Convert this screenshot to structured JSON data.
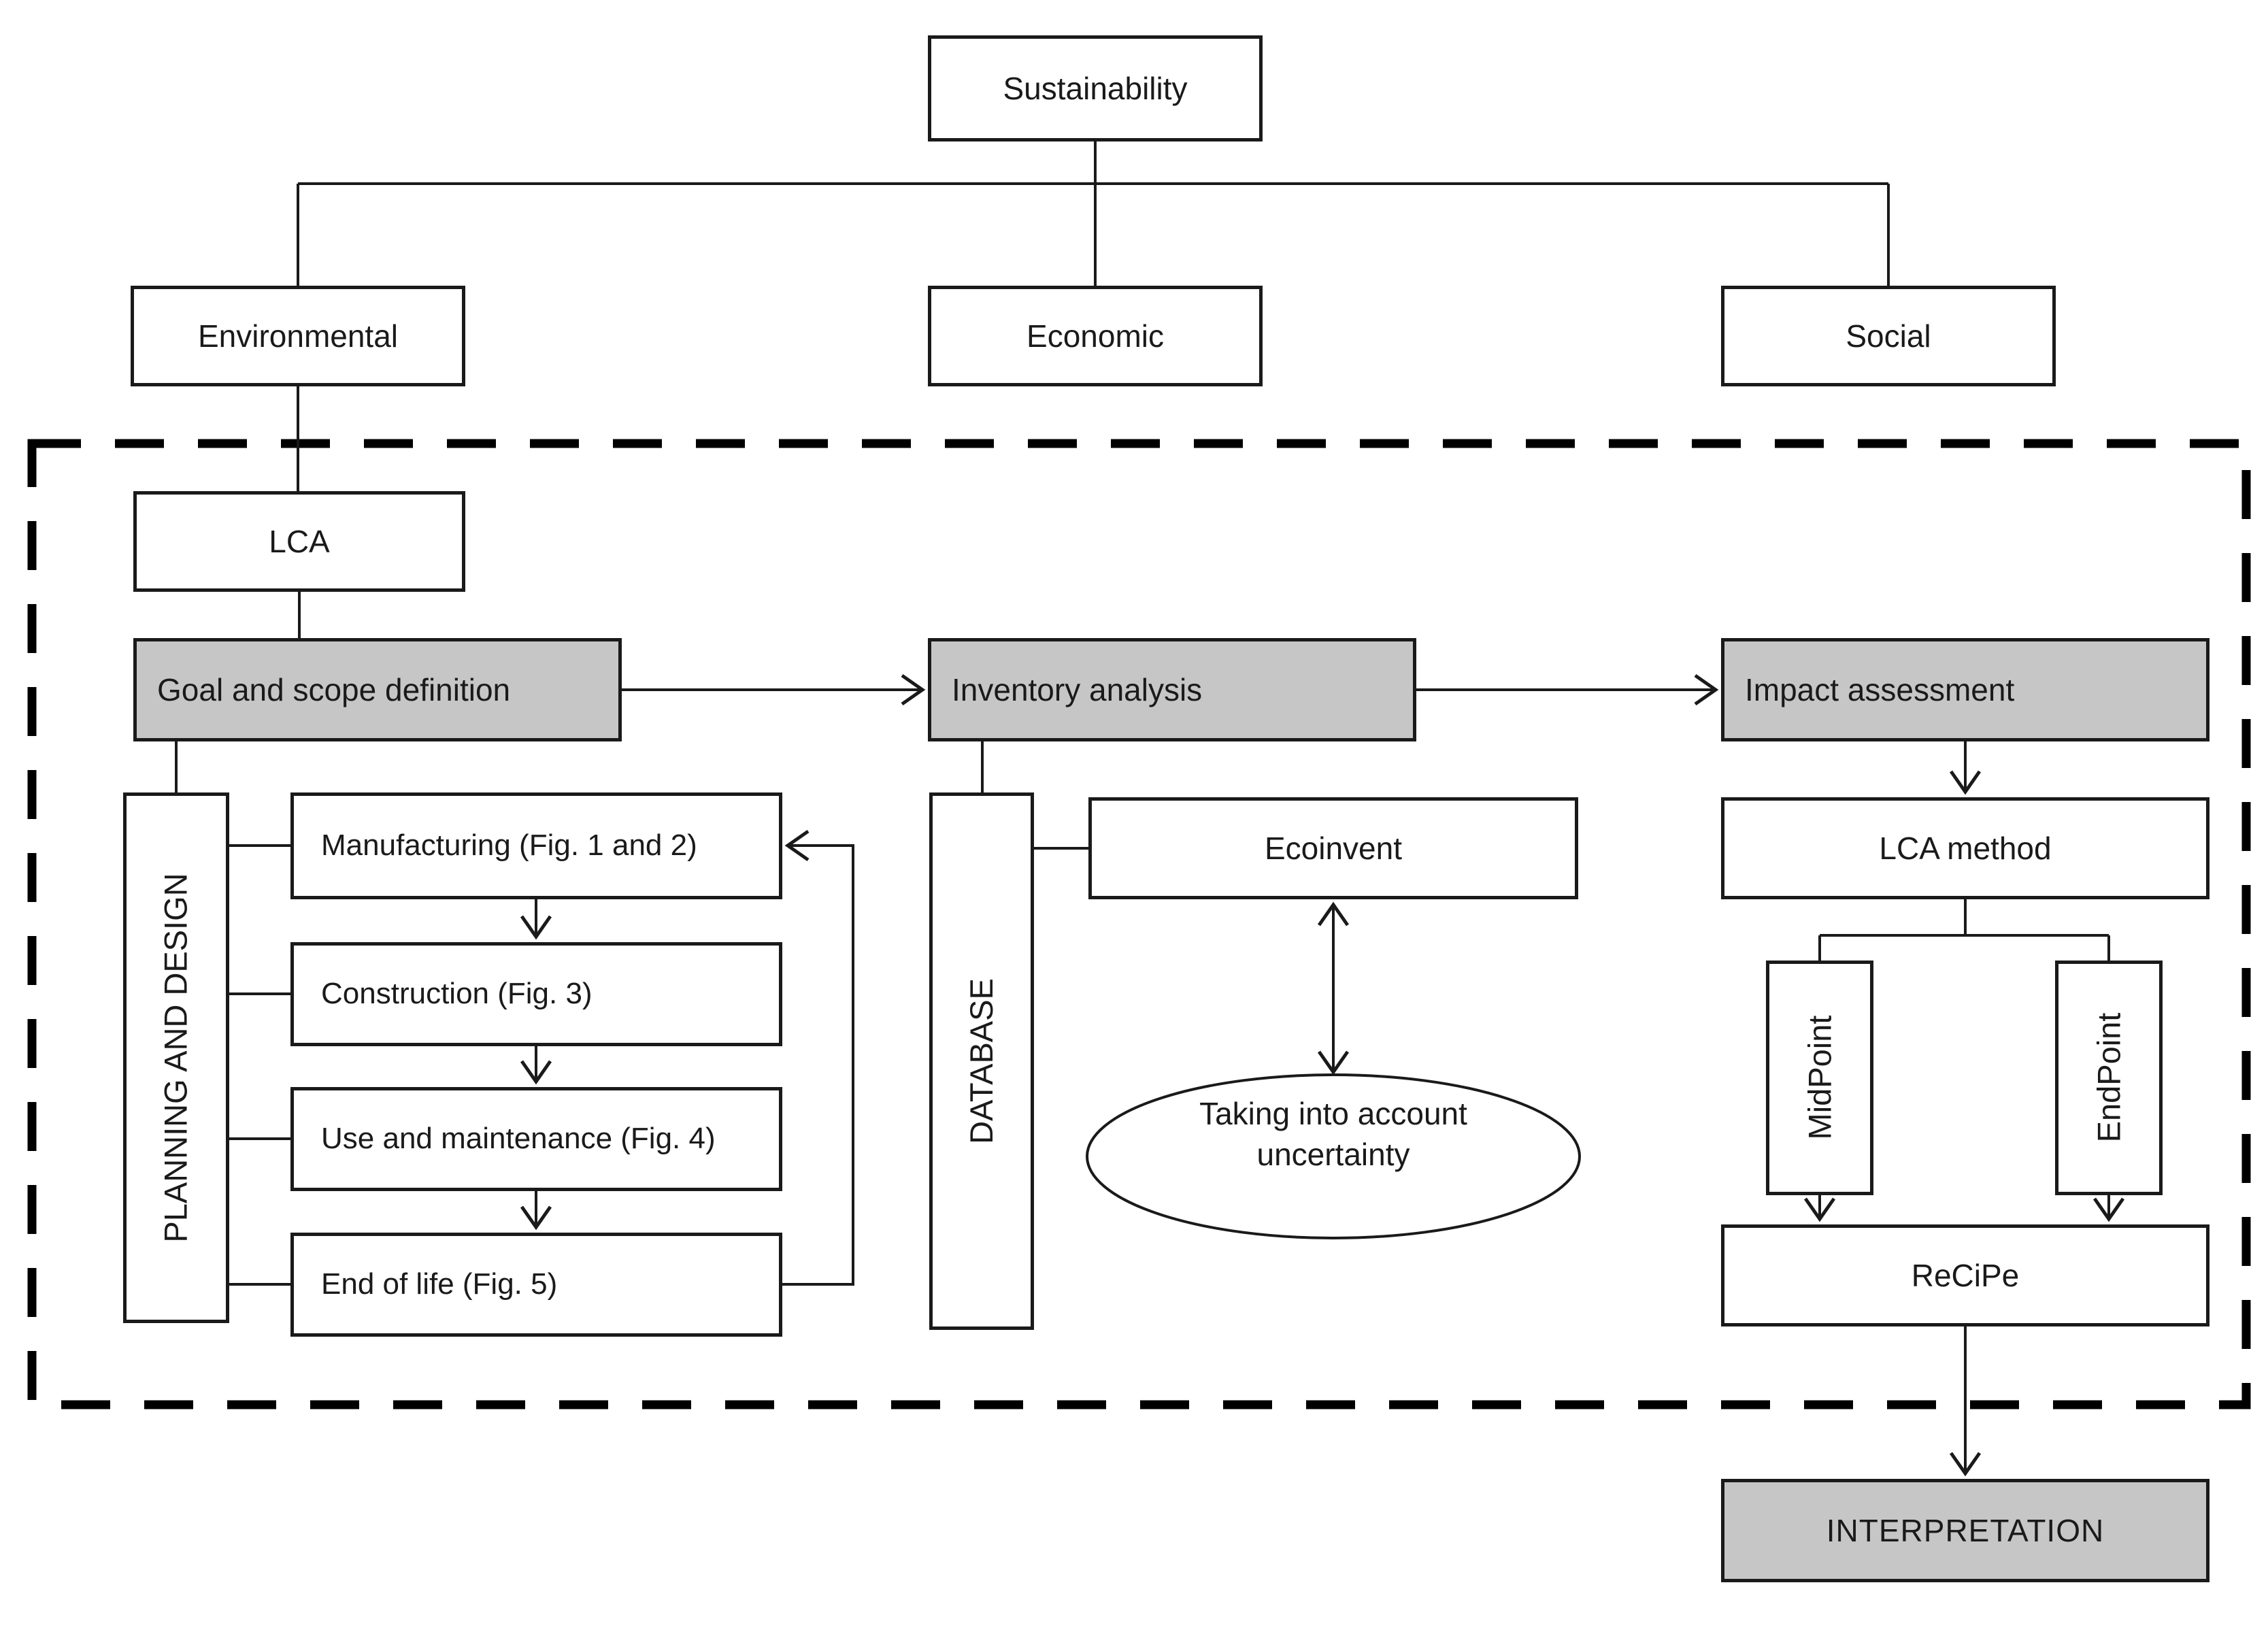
{
  "diagram": {
    "nodes": {
      "sustainability": {
        "label": "Sustainability"
      },
      "environmental": {
        "label": "Environmental"
      },
      "economic": {
        "label": "Economic"
      },
      "social": {
        "label": "Social"
      },
      "lca": {
        "label": "LCA"
      },
      "goal_scope": {
        "label": "Goal and scope definition"
      },
      "inventory": {
        "label": "Inventory analysis"
      },
      "impact": {
        "label": "Impact assessment"
      },
      "planning": {
        "label": "PLANNING AND DESIGN"
      },
      "manufacturing": {
        "label": "Manufacturing (Fig. 1 and 2)"
      },
      "construction": {
        "label": "Construction (Fig. 3)"
      },
      "use_maintenance": {
        "label": "Use and maintenance (Fig. 4)"
      },
      "end_of_life": {
        "label": "End of life (Fig. 5)"
      },
      "database": {
        "label": "DATABASE"
      },
      "ecoinvent": {
        "label": "Ecoinvent"
      },
      "uncertainty": {
        "line1": "Taking into account",
        "line2": "uncertainty"
      },
      "lca_method": {
        "label": "LCA method"
      },
      "midpoint": {
        "label": "MidPoint"
      },
      "endpoint": {
        "label": "EndPoint"
      },
      "recipe": {
        "label": "ReCiPe"
      },
      "interpretation": {
        "label": "INTERPRETATION"
      }
    },
    "colors": {
      "gray_fill": "#c6c6c6",
      "line": "#1a1a1a",
      "background": "#ffffff"
    }
  }
}
